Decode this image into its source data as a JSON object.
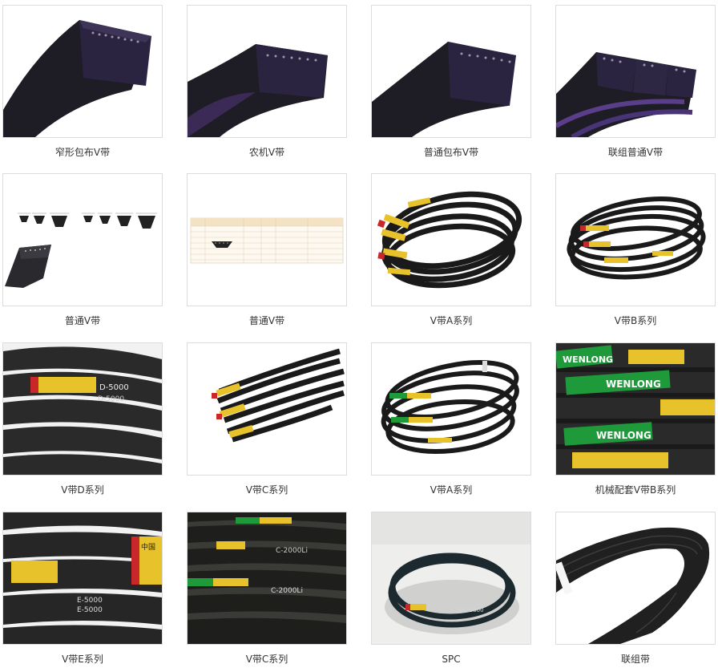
{
  "products": [
    {
      "caption": "窄形包布V带",
      "thumb": "wrapped-v-belt-narrow-icon"
    },
    {
      "caption": "农机V带",
      "thumb": "agricultural-v-belt-icon"
    },
    {
      "caption": "普通包布V带",
      "thumb": "wrapped-v-belt-standard-icon"
    },
    {
      "caption": "联组普通V带",
      "thumb": "banded-v-belt-icon"
    },
    {
      "caption": "普通V带",
      "thumb": "v-belt-section-diagram-icon"
    },
    {
      "caption": "普通V带",
      "thumb": "v-belt-spec-table-icon"
    },
    {
      "caption": "V带A系列",
      "thumb": "coiled-belts-a-series-icon"
    },
    {
      "caption": "V带B系列",
      "thumb": "coiled-belts-b-series-icon"
    },
    {
      "caption": "V带D系列",
      "thumb": "stacked-belts-d-series-icon"
    },
    {
      "caption": "V带C系列",
      "thumb": "coiled-belts-c-series-icon"
    },
    {
      "caption": "V带A系列",
      "thumb": "coiled-belts-a-series-green-icon"
    },
    {
      "caption": "机械配套V带B系列",
      "thumb": "wenlong-label-belts-icon"
    },
    {
      "caption": "V带E系列",
      "thumb": "stacked-belts-e-series-icon"
    },
    {
      "caption": "V带C系列",
      "thumb": "stacked-belts-c-series-icon"
    },
    {
      "caption": "SPC",
      "thumb": "spc-belt-coil-icon"
    },
    {
      "caption": "联组带",
      "thumb": "banded-belt-loop-icon"
    }
  ],
  "labels": {
    "d5000": "D-5000",
    "e5000": "E-5000",
    "c2000": "C-2000Li",
    "wenlong": "WENLONG",
    "spc": "SPC 5000",
    "cn": "中国"
  },
  "colors": {
    "belt": "#1c1c22",
    "belt_purple": "#3a2a55",
    "label_yellow": "#e8c22a",
    "label_red": "#c8282a",
    "label_green": "#1f9a3a"
  }
}
